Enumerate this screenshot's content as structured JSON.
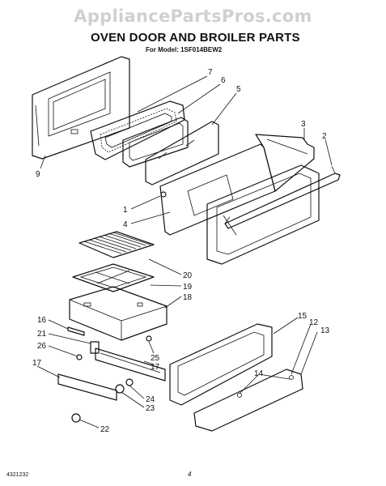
{
  "watermark": "AppliancePartsPros.com",
  "title": "OVEN DOOR AND BROILER PARTS",
  "model_line": "For Model: 1SF014BEW2",
  "callouts": [
    "7",
    "6",
    "5",
    "3",
    "2",
    "9",
    "1",
    "4",
    "20",
    "19",
    "18",
    "16",
    "21",
    "26",
    "25",
    "17",
    "15",
    "12",
    "13",
    "14",
    "17",
    "24",
    "23",
    "22"
  ],
  "footer": {
    "code": "4321232",
    "page": "4"
  }
}
